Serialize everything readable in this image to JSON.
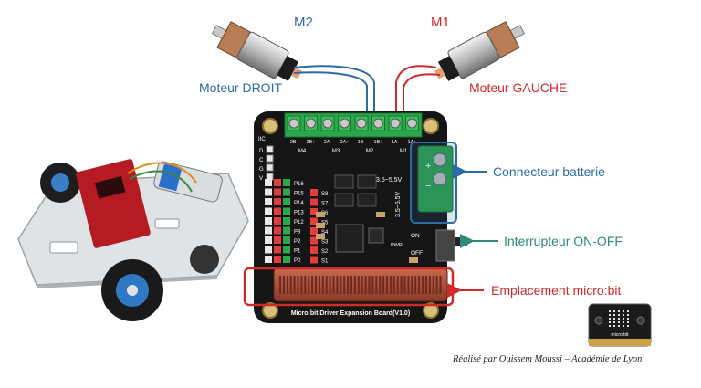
{
  "motors": {
    "m2": {
      "tag": "M2",
      "label": "Moteur DROIT"
    },
    "m1": {
      "tag": "M1",
      "label": "Moteur GAUCHE"
    }
  },
  "board": {
    "title": "Micro:bit Driver Expansion Board(V1.0)",
    "iic": "IIC",
    "iic_pins": [
      "D",
      "C",
      "G",
      "V"
    ],
    "terminal_labels": [
      "2B-",
      "2B+",
      "2A-",
      "2A+",
      "1B-",
      "1B+",
      "1A-",
      "1A+"
    ],
    "motor_headers": [
      "M4",
      "M3",
      "M2",
      "M1"
    ],
    "io_pins": [
      "P16",
      "P15",
      "P14",
      "P13",
      "P12",
      "P8",
      "P2",
      "P1",
      "P0"
    ],
    "servo_pins": [
      "S8",
      "S7",
      "S6",
      "S5",
      "S4",
      "S3",
      "S2",
      "S1"
    ],
    "voltage": "3.5~5.5V",
    "power_labels": {
      "on": "ON",
      "off": "OFF",
      "pwr": "PWR"
    },
    "plus": "+",
    "minus": "−"
  },
  "callouts": {
    "battery": "Connecteur batterie",
    "switch": "Interrupteur ON-OFF",
    "slot": "Emplacement micro:bit"
  },
  "microbit_logo": "micro:bit",
  "credit": "Réalisé par Ouissem Moussi – Académie de Lyon",
  "colors": {
    "blue": "#2f6aa8",
    "red": "#d12a2a",
    "green": "#2e8a79",
    "board": "#151515",
    "terminal": "#2aa84a"
  }
}
